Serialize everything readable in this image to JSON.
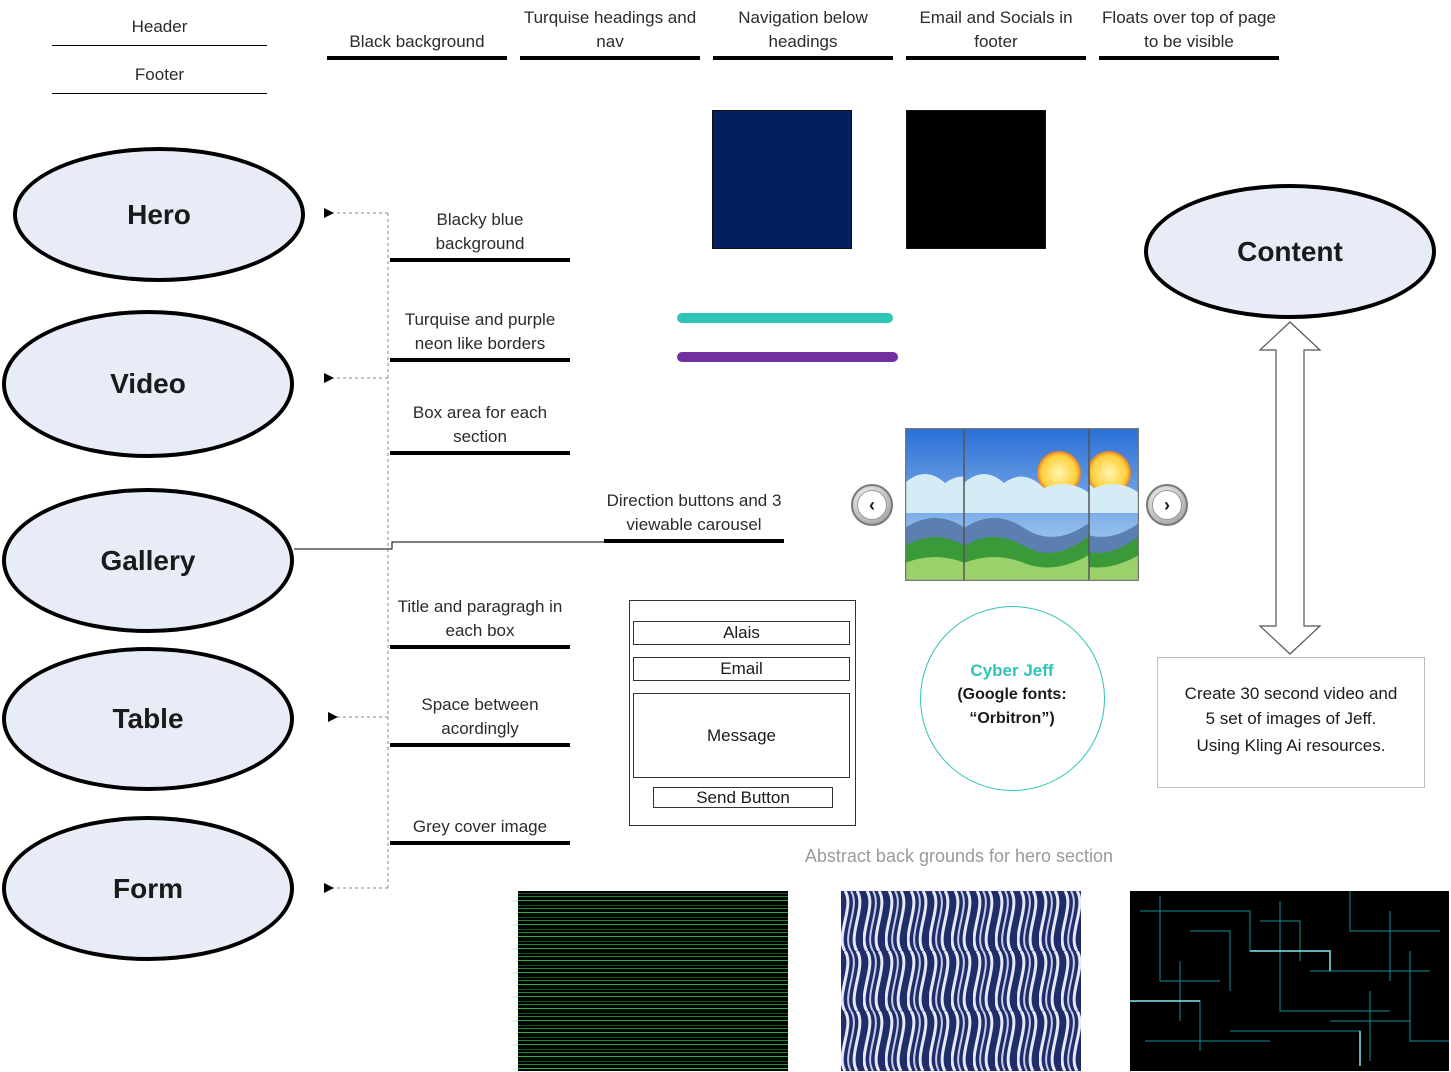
{
  "legend": {
    "header": "Header",
    "footer": "Footer"
  },
  "header_notes": [
    "Black background",
    "Turquise headings and nav",
    "Navigation below headings",
    "Email and Socials in footer",
    "Floats over top of page to be visible"
  ],
  "sections": [
    "Hero",
    "Video",
    "Gallery",
    "Table",
    "Form"
  ],
  "content_node": "Content",
  "section_notes": {
    "blue_bg": "Blacky blue background",
    "neon_borders": "Turquise and purple neon like borders",
    "box_area": "Box area for each section",
    "carousel": "Direction buttons and 3 viewable carousel",
    "title_para": "Title and paragragh in each box",
    "spacing": "Space between acordingly",
    "grey_cover": "Grey cover image"
  },
  "colors": {
    "blacky_blue": "#02205e",
    "black": "#000000",
    "turquoise": "#2ec4b6",
    "purple": "#7030a0",
    "ellipse_fill": "#e7ecf7"
  },
  "form": {
    "alias": "Alais",
    "email": "Email",
    "message": "Message",
    "send": "Send Button"
  },
  "font_badge": {
    "name": "Cyber Jeff",
    "line2": "(Google fonts:",
    "line3": "“Orbitron”)"
  },
  "content_note": {
    "line1": "Create 30 second video and",
    "line2": "5 set of images of Jeff.",
    "line3": "Using Kling Ai resources."
  },
  "backgrounds_title": "Abstract back grounds for hero section",
  "carousel_buttons": {
    "prev": "‹",
    "next": "›"
  }
}
